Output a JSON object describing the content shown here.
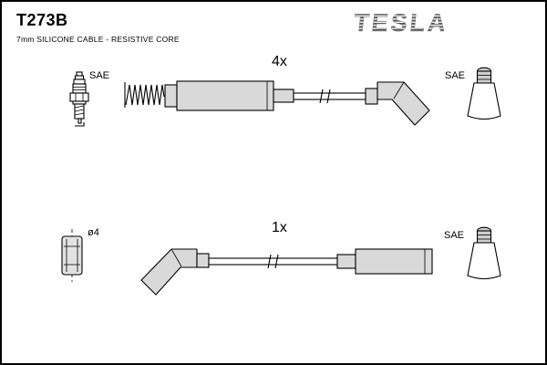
{
  "header": {
    "part_number": "T273B",
    "subtitle": "7mm SILICONE CABLE - RESISTIVE CORE",
    "brand": "TESLA"
  },
  "top_assembly": {
    "quantity": "4x",
    "left_connector_label": "SAE",
    "right_connector_label": "SAE"
  },
  "bottom_assembly": {
    "quantity": "1x",
    "terminal_diameter_label": "ø4",
    "right_connector_label": "SAE"
  },
  "colors": {
    "boot_fill": "#d9d9d9",
    "outline": "#000000",
    "logo_gray": "#5a5a5a"
  }
}
